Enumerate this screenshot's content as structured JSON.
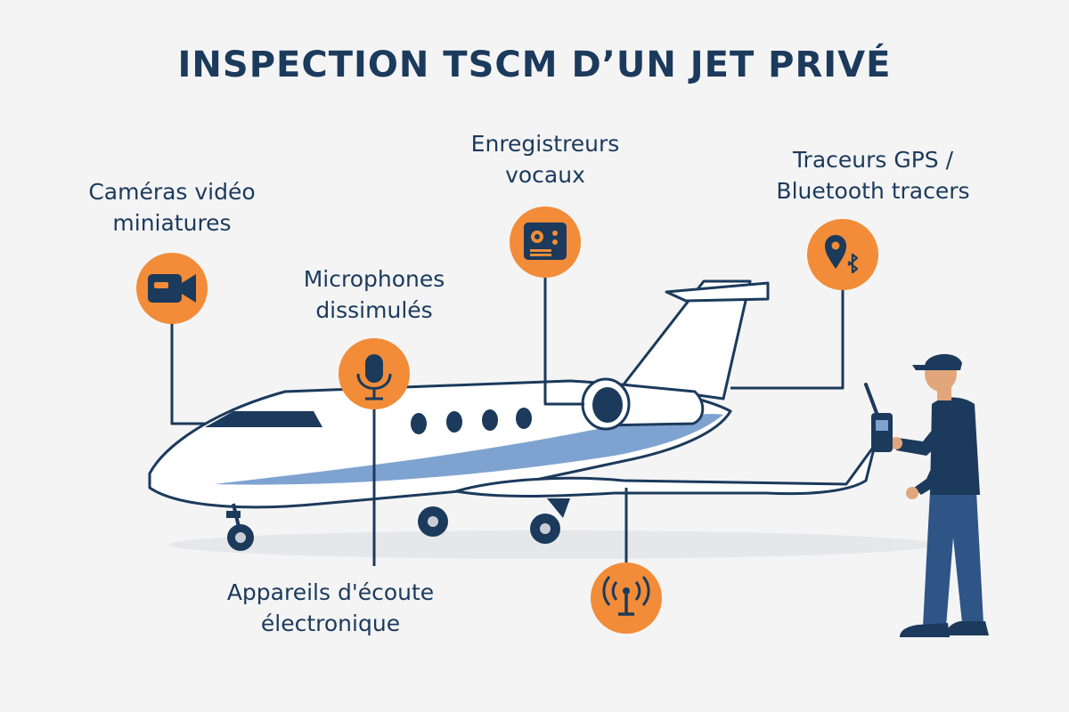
{
  "title": "INSPECTION TSCM D’UN JET PRIVÉ",
  "labels": {
    "cameras": [
      "Caméras vidéo",
      "miniatures"
    ],
    "microphones": [
      "Microphones",
      "dissimulés"
    ],
    "recorders": [
      "Enregistreurs",
      "vocaux"
    ],
    "trackers": [
      "Traceurs GPS /",
      "Bluetooth tracers"
    ],
    "listening": [
      "Appareils d'écoute",
      "électronique"
    ]
  },
  "icons": {
    "cameras": "video-camera-icon",
    "microphones": "microphone-icon",
    "recorders": "voice-recorder-icon",
    "trackers": "location-bluetooth-icon",
    "listening": "antenna-signal-icon"
  },
  "colors": {
    "accent": "#f28c38",
    "navy": "#1b3a5c",
    "stripe": "#7ea3d1",
    "background": "#f4f4f5"
  }
}
